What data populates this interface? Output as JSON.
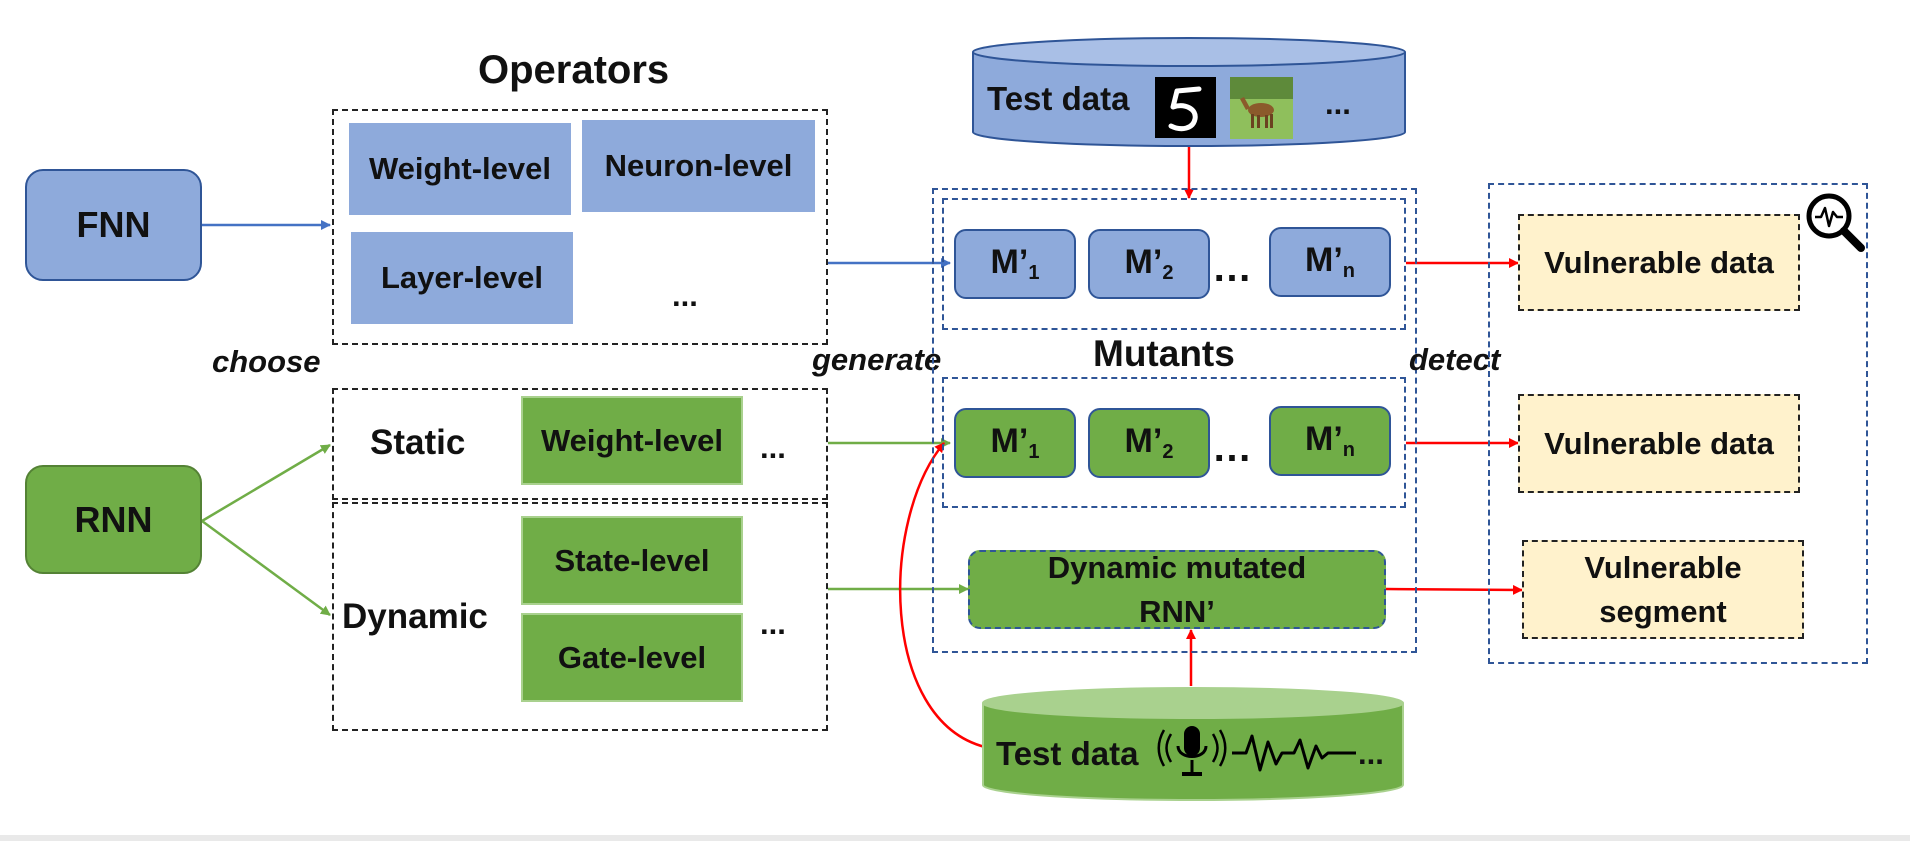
{
  "labels": {
    "operators_title": "Operators",
    "mutants_title": "Mutants",
    "choose": "choose",
    "generate": "generate",
    "detect": "detect"
  },
  "models": {
    "fnn": "FNN",
    "rnn": "RNN"
  },
  "fnn_operators": {
    "weight_level": "Weight-level",
    "neuron_level": "Neuron-level",
    "layer_level": "Layer-level",
    "ellipsis": "..."
  },
  "rnn_operators": {
    "static": "Static",
    "static_weight_level": "Weight-level",
    "static_ellipsis": "...",
    "dynamic": "Dynamic",
    "state_level": "State-level",
    "gate_level": "Gate-level",
    "dynamic_ellipsis": "..."
  },
  "mutants": {
    "m1_base": "M’",
    "m1_sub": "1",
    "m2_base": "M’",
    "m2_sub": "2",
    "mn_base": "M’",
    "mn_sub": "n",
    "dots": "…",
    "dynamic_line1": "Dynamic mutated",
    "dynamic_line2": "RNN’"
  },
  "test_data_top": {
    "label": "Test data",
    "ellipsis": "..."
  },
  "test_data_bottom": {
    "label": "Test data",
    "ellipsis": "..."
  },
  "outputs": {
    "vulnerable_data_1": "Vulnerable data",
    "vulnerable_data_2": "Vulnerable data",
    "vulnerable_segment_line1": "Vulnerable",
    "vulnerable_segment_line2": "segment"
  },
  "colors": {
    "blue_fill": "#8eaadb",
    "blue_border": "#2f5597",
    "green_fill": "#70ad47",
    "green_border": "#548235",
    "vuln_fill": "#fff2cc",
    "arrow_blue": "#4472c4",
    "arrow_green": "#70ad47",
    "arrow_red": "#ff0000"
  },
  "icons": [
    "digit-five-image-icon",
    "horse-image-icon",
    "microphone-icon",
    "waveform-icon",
    "magnifier-analysis-icon"
  ]
}
